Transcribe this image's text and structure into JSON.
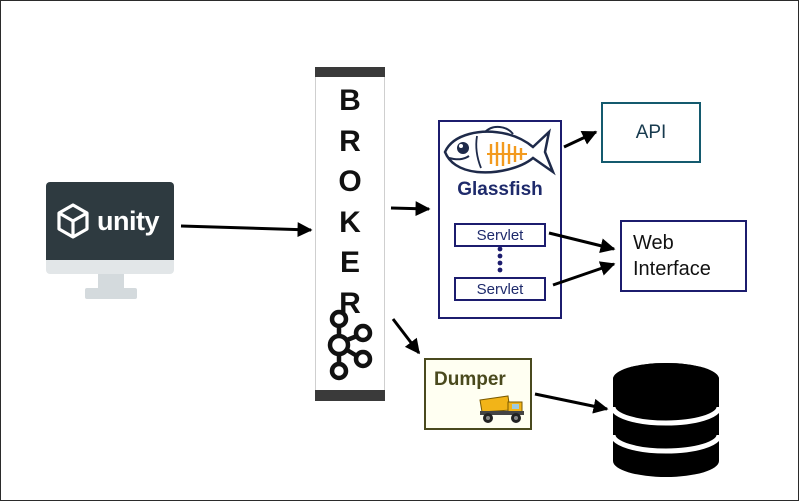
{
  "unity": {
    "logo_text": "unity"
  },
  "broker": {
    "letters": [
      "B",
      "R",
      "O",
      "K",
      "E",
      "R"
    ]
  },
  "glassfish": {
    "label": "Glassfish",
    "servlets": [
      "Servlet",
      "Servlet"
    ]
  },
  "api": {
    "label": "API"
  },
  "web_interface": {
    "line1": "Web",
    "line2": "Interface"
  },
  "dumper": {
    "label": "Dumper"
  },
  "icons": {
    "unity": "unity-logo-icon",
    "kafka": "kafka-icon",
    "glassfish": "glassfish-fish-icon",
    "dumper": "dump-truck-icon",
    "database": "database-icon"
  },
  "colors": {
    "unity_screen": "#2e3a40",
    "broker_cap": "#3a3a3a",
    "glassfish_border": "#1c1c6e",
    "api_border": "#145a6e",
    "dumper_border": "#4a4a1e",
    "database": "#000000"
  }
}
